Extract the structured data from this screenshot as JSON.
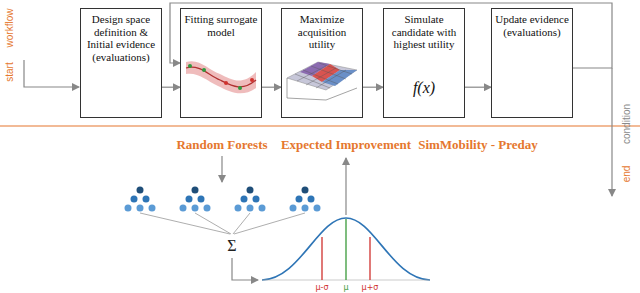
{
  "diagram": {
    "nodes": [
      {
        "text": [
          "Design space definition & Initial evidence (evaluations)"
        ]
      },
      {
        "text": [
          "Fitting surrogate model"
        ]
      },
      {
        "text": [
          "Maximize acquisition utility"
        ]
      },
      {
        "text": [
          "Simulate candidate with highest utility",
          "f(x)"
        ]
      },
      {
        "text": [
          "Update evidence (evaluations)"
        ]
      }
    ],
    "edges": [
      {
        "from": 0,
        "to": 1,
        "arrow": "to"
      },
      {
        "from": 1,
        "to": 2,
        "arrow": "to"
      },
      {
        "from": 2,
        "to": 3,
        "arrow": "to"
      },
      {
        "from": 3,
        "to": 4,
        "arrow": "to"
      },
      {
        "from": 4,
        "to": 1,
        "arrow": "to"
      }
    ],
    "labels": [
      "workflow",
      "start",
      "condition",
      "end",
      "Random Forests",
      "Expected Improvement",
      "SimMobility - Preday",
      "Σ",
      "μ-σ",
      "μ",
      "μ+σ"
    ]
  }
}
